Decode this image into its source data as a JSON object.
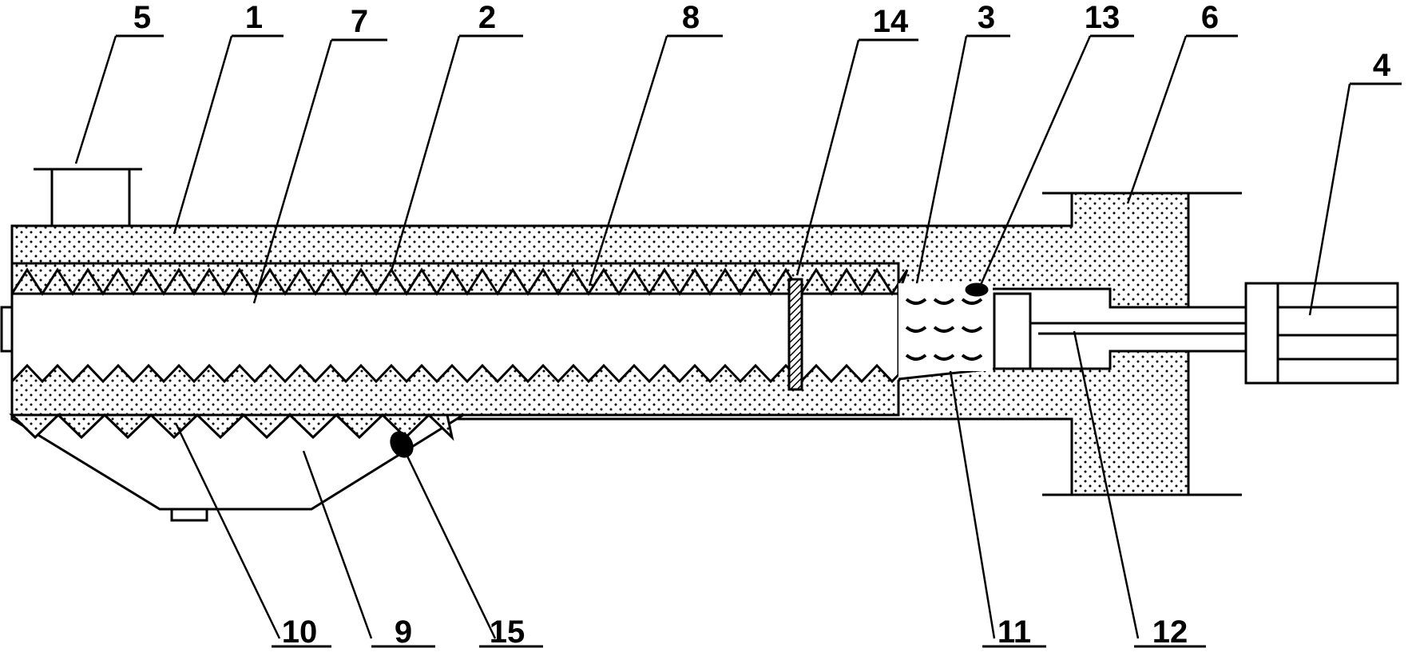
{
  "colors": {
    "line": "#000000",
    "fill": "#ffffff",
    "dots": "#000000"
  },
  "callouts": [
    {
      "id": "5",
      "label": "5"
    },
    {
      "id": "1",
      "label": "1"
    },
    {
      "id": "7",
      "label": "7"
    },
    {
      "id": "2",
      "label": "2"
    },
    {
      "id": "8",
      "label": "8"
    },
    {
      "id": "14",
      "label": "14"
    },
    {
      "id": "3",
      "label": "3"
    },
    {
      "id": "13",
      "label": "13"
    },
    {
      "id": "6",
      "label": "6"
    },
    {
      "id": "4",
      "label": "4"
    },
    {
      "id": "10",
      "label": "10"
    },
    {
      "id": "9",
      "label": "9"
    },
    {
      "id": "15",
      "label": "15"
    },
    {
      "id": "11",
      "label": "11"
    },
    {
      "id": "12",
      "label": "12"
    }
  ]
}
